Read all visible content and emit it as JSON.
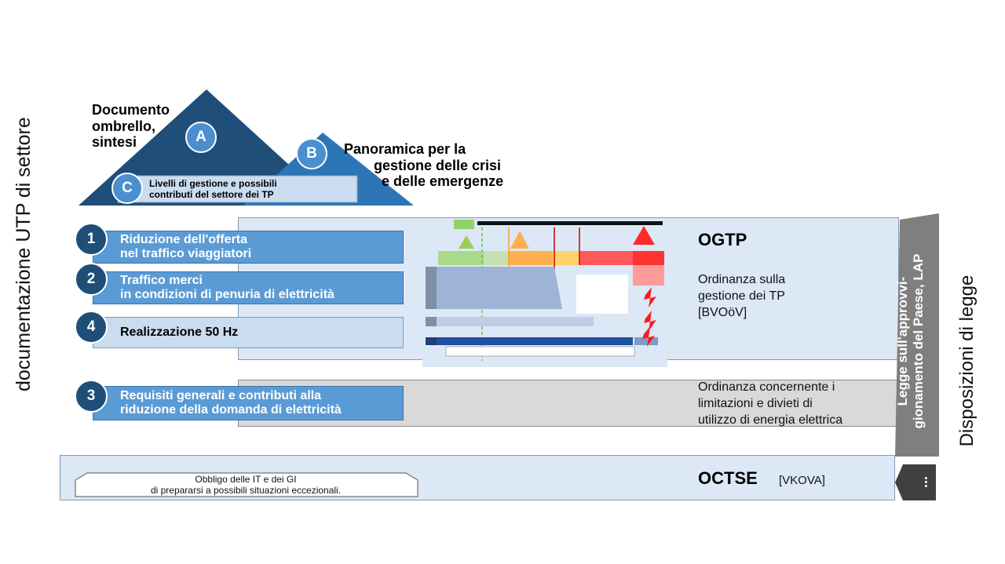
{
  "side_labels": {
    "left": "documentazione UTP di settore",
    "right": "Disposizioni di legge"
  },
  "house": {
    "a_text": [
      "Documento",
      "ombrello,",
      "sintesi"
    ],
    "a_badge": "A",
    "b_text": [
      "Panoramica per la",
      "gestione delle crisi",
      "e delle emergenze"
    ],
    "b_badge": "B",
    "c_text": [
      "Livelli di gestione e possibili",
      "contributi del settore dei TP"
    ],
    "c_badge": "C"
  },
  "items": [
    {
      "num": "1",
      "lines": [
        "Riduzione dell'offerta",
        "nel traffico viaggiatori"
      ]
    },
    {
      "num": "2",
      "lines": [
        "Traffico merci",
        "in condizioni di penuria di elettricità"
      ]
    },
    {
      "num": "4",
      "lines": [
        "Realizzazione 50 Hz"
      ]
    },
    {
      "num": "3",
      "lines": [
        "Requisiti generali e contributi alla",
        "riduzione della domanda di elettricità"
      ]
    }
  ],
  "ogtp": {
    "title": "OGTP",
    "subtitle_lines": [
      "Ordinanza sulla",
      "gestione dei TP",
      "[BVOöV]"
    ]
  },
  "grey_panel": {
    "lines": [
      "Ordinanza concernente i",
      "limitazioni e divieti di",
      "utilizzo di energia elettrica"
    ]
  },
  "octse": {
    "title": "OCTSE",
    "abbr": "[VKOVA]",
    "obbligo_lines": [
      "Obbligo delle IT e dei GI",
      "di prepararsi a possibili situazioni eccezionali."
    ]
  },
  "lap": {
    "lines": [
      "Legge sull'approvvi-",
      "gionamento del Paese, LAP"
    ],
    "more": "..."
  },
  "colors": {
    "dark_blue": "#1f4e79",
    "mid_blue": "#2e75b6",
    "light_blue": "#5b9bd5",
    "pale_blue": "#dce8f5",
    "grey": "#d9d9d9",
    "dark_grey": "#595959"
  }
}
